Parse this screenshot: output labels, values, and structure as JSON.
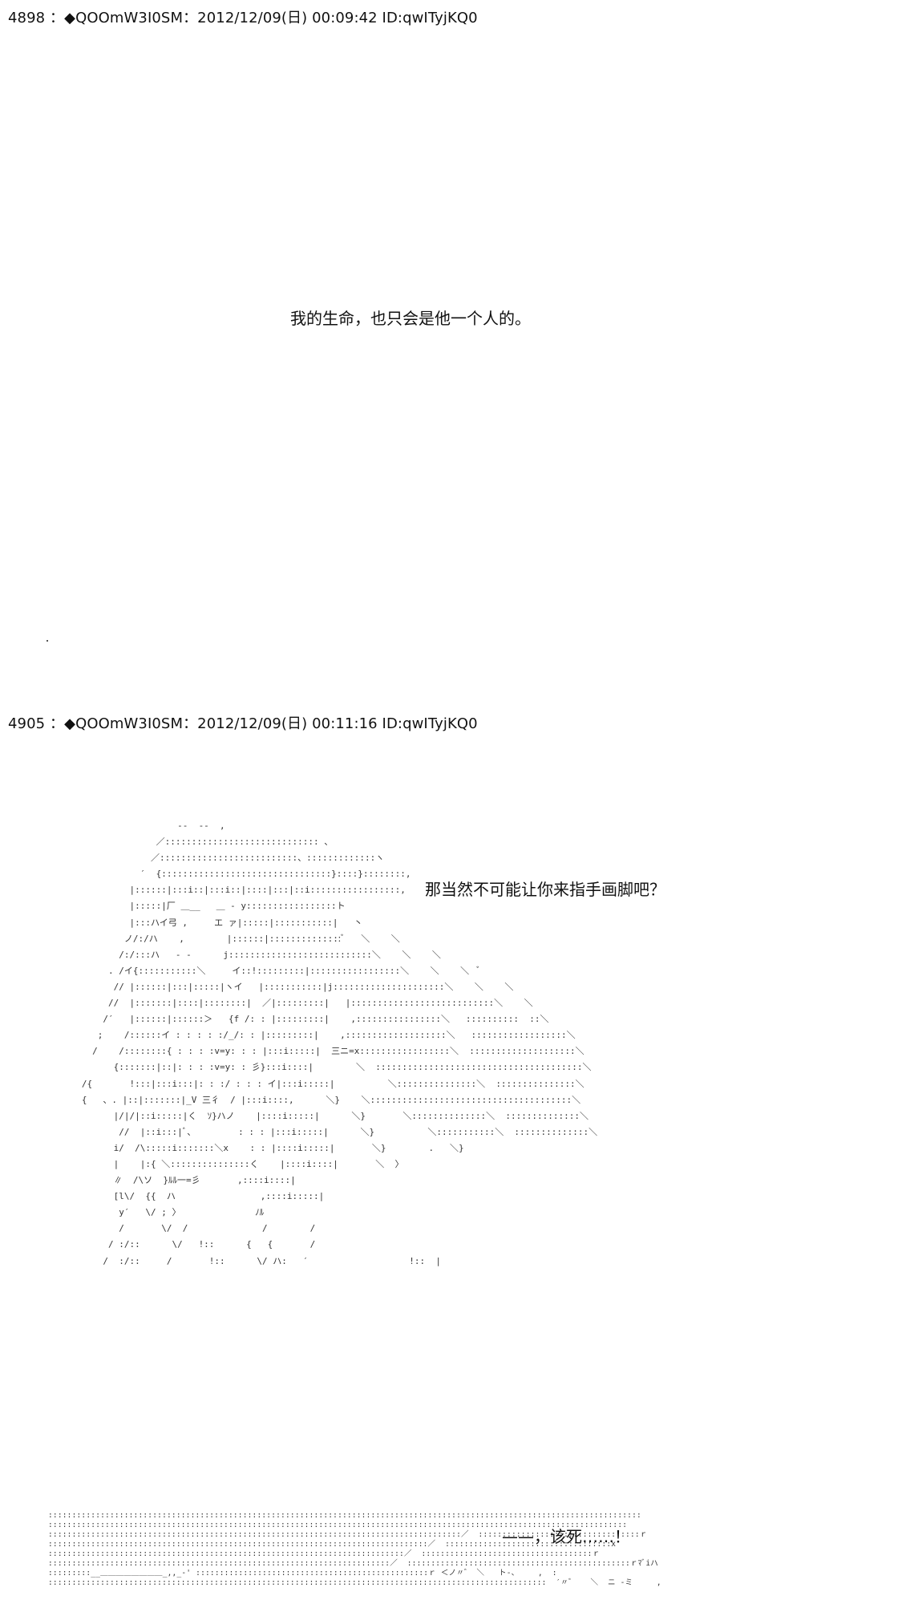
{
  "posts": [
    {
      "header": "4898 ：◆QOOmW3I0SM：2012/12/09(日) 00:09:42 ID:qwITyjKQ0",
      "text": "我的生命，也只会是他一个人的。"
    },
    {
      "header": "4905 ：◆QOOmW3I0SM：2012/12/09(日) 00:11:16 ID:qwITyjKQ0",
      "text": "那当然不可能让你来指手画脚吧？",
      "ascii_art": "                     --  --  ,\n                 ／::::::::::::::::::::::::::::: 、\n                ／::::::::::::::::::::::::::、:::::::::::::ヽ\n              ′  {::::::::::::::::::::::::::::::::}::::}::::::::,\n            |::::::|:::i::|:::i::|::::|:::|::i:::::::::::::::::,\n            |:::::|厂 ＿__   ＿ - y:::::::::::::::::ト\n            |:::ハイ弓 ,     エ ァ|:::::|:::::::::::|   丶\n           ノ/:/ハ    ,        |::::::|::::::::::::::ﾞ   ＼    ＼\n          /:/:::ハ   - -      j:::::::::::::::::::::::::::＼    ＼    ＼\n        . /イ{:::::::::::＼     イ::!:::::::::|:::::::::::::::::＼    ＼    ＼  ﾞ\n         // |::::::|:::|:::::|ヽイ   |:::::::::::|j:::::::::::::::::::::＼    ＼    ＼\n        //  |:::::::|::::|::::::::|  ／|:::::::::|   |:::::::::::::::::::::::::::＼    ＼\n       /′   |::::::|::::::＞   {f /: : |:::::::::|    ,::::::::::::::::＼   ::::::::::  ::＼\n      ;    /::::::イ : : : : :/_/: : |:::::::::|    ,:::::::::::::::::::＼   ::::::::::::::::::＼\n     /    /::::::::{ : : : :v=y: : : |:::i:::::|  三ニ=x:::::::::::::::::＼  ::::::::::::::::::::＼\n         {:::::::|::|: : : :v=y: : 彡}:::i::::|        ＼  :::::::::::::::::::::::::::::::::::::::＼\n   /{       !:::|:::i:::|: : :/ : : : イ|:::i:::::|          ＼:::::::::::::::＼  :::::::::::::::＼\n   {   、. |::|:::::::|_V 三彳  / |:::i::::,      ＼}    ＼::::::::::::::::::::::::::::::::::::::＼\n         |/|/|::i:::::|く  ｿ}ハノ    |::::i:::::|      ＼}       ＼::::::::::::::＼  ::::::::::::::＼\n          //  |::i:::|ﾞ、        : : : |:::i:::::|      ＼}          ＼:::::::::::＼  ::::::::::::::＼\n         i/  /\\:::::i:::::::＼x    : : |::::i:::::|       ＼}        .   ＼}\n         |    |:{ ＼:::::::::::::::く    |::::i::::|       ＼  〉\n         ∥  /\\ソ  }ﾙﾙ一=彡       ,::::i::::|\n         [l\\/  {{  ハ                ,::::i:::::|\n          y′   \\/ ; 〉              ﾉﾙ\n          /       \\/  /              /        /\n        / :/::      \\/   !::      {   {       /\n       /  :/::     /       !::      \\/ ハ:   ′                   !::  |",
      "closing_art": ":::::::::::::::::::::::::::::::::::::::::::::::::::::::::::::::::::::::::::::::::::::::::::::::::::::::::::::::::::::::::::::\n::::::::::::::::::::::::::::::::::::::::::::::::::::::::::::::::::::::::::::::::::::::::::::::::::::::::::::::::::::::::::\n:::::::::::::::::::::::::::::::::::::::::::::::::::::::::::::::::::::::::::::::::::::::／  ::::::::::::::::::::::::::::::::::ｒ\n::::::::::::::::::::::::::::::::::::::::::::::::::::::::::::::::::::::::::::::::／  :::::::::::::::::::::::::::::::::::x\n:::::::::::::::::::::::::::::::::::::::::::::::::::::::::::::::::::::::::::／  ::::::::::::::::::::::::::::::::::::ｒ\n::::::::::::::::::::::::::::::::::::::::::::::::::::::::::::::::::::::::／  :::::::::::::::::::::::::::::::::::::::::::::::ｒﾏﾞiハ\n:::::::::__＿＿＿＿＿＿＿＿_,,_-' :::::::::::::::::::::::::::::::::::::::::::::::::ｒ ＜ノ〃゛ ＼   ト-、    ,  :\n:::::::::::::::::::::::::::::::::::::::::::::::::::::::::::::::::::::::::::::::::::::::::::::::::::::::::  ′〃゛   ＼  ニ -ミ     ,",
      "closing_text": "——，该死……！"
    }
  ]
}
